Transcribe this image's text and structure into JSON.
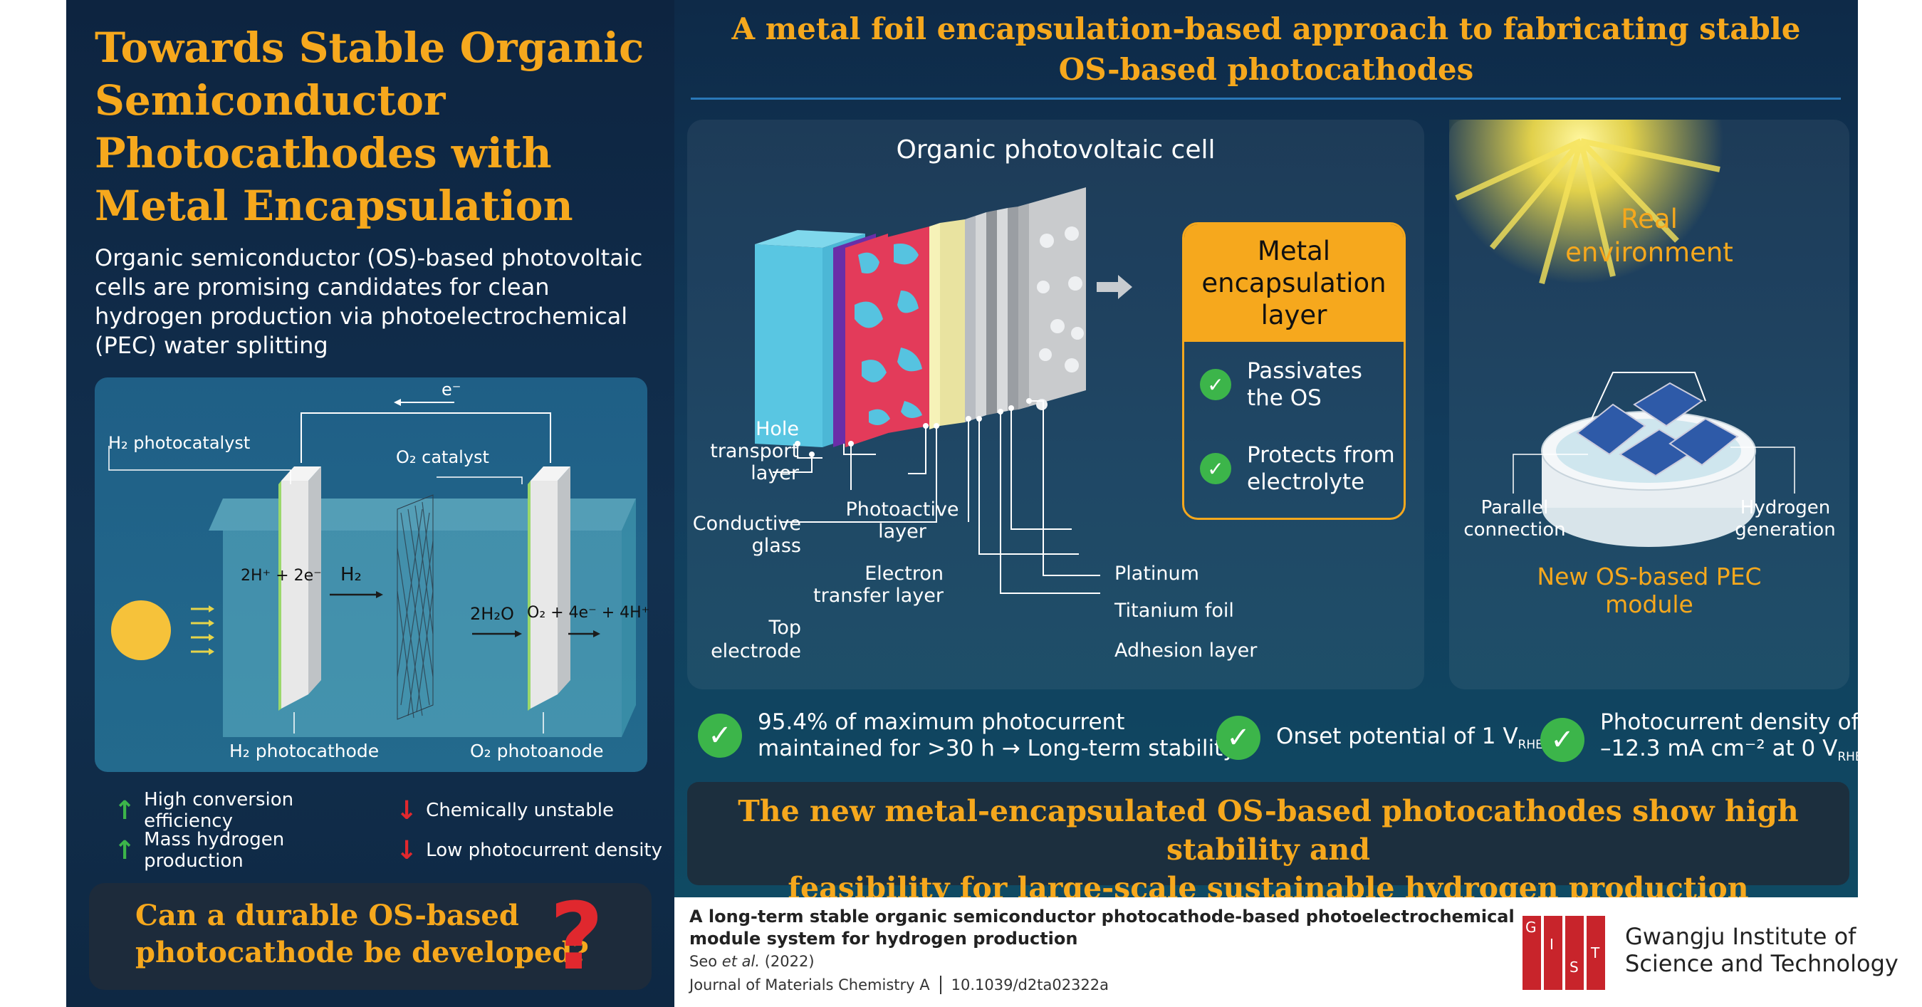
{
  "left": {
    "title_lines": [
      "Towards Stable Organic",
      "Semiconductor",
      "Photocathodes with",
      "Metal Encapsulation"
    ],
    "intro_lines": [
      "Organic semiconductor (OS)-based photovoltaic",
      "cells are promising candidates for clean",
      "hydrogen production via photoelectrochemical",
      "(PEC) water splitting"
    ],
    "diagram": {
      "electron": "e⁻",
      "h2_photocatalyst": "H₂ photocatalyst",
      "o2_catalyst": "O₂ catalyst",
      "reaction_left_a": "2H⁺ + 2e⁻",
      "reaction_left_b": "H₂",
      "reaction_right_a": "2H₂O",
      "reaction_right_b": "O₂ + 4e⁻ + 4H⁺",
      "h2_photocathode": "H₂ photocathode",
      "o2_photoanode": "O₂ photoanode"
    },
    "pros": [
      "High conversion efficiency",
      "Mass hydrogen production"
    ],
    "cons": [
      "Chemically unstable",
      "Low photocurrent density"
    ],
    "question_lines": [
      "Can a durable OS-based",
      "photocathode be developed?"
    ],
    "question_mark": "?"
  },
  "right": {
    "header_lines": [
      "A metal foil encapsulation-based approach to fabricating stable",
      "OS-based photocathodes"
    ],
    "cell": {
      "title": "Organic photovoltaic cell",
      "layers_left": {
        "hole_transport": [
          "Hole",
          "transport",
          "layer"
        ],
        "conductive_glass": [
          "Conductive",
          "glass"
        ],
        "photoactive": [
          "Photoactive",
          "layer"
        ],
        "electron_transfer": [
          "Electron",
          "transfer layer"
        ],
        "top_electrode": [
          "Top",
          "electrode"
        ]
      },
      "layers_right": [
        "Platinum",
        "Titanium foil",
        "Adhesion layer"
      ]
    },
    "metal_box": {
      "title_lines": [
        "Metal",
        "encapsulation",
        "layer"
      ],
      "items": [
        {
          "lines": [
            "Passivates",
            "the OS"
          ]
        },
        {
          "lines": [
            "Protects from",
            "electrolyte"
          ]
        }
      ]
    },
    "real_env": {
      "title_lines": [
        "Real",
        "environment"
      ],
      "parallel": [
        "Parallel",
        "connection"
      ],
      "hydrogen": [
        "Hydrogen",
        "generation"
      ],
      "module_lines": [
        "New OS-based PEC",
        "module"
      ]
    },
    "results": [
      {
        "lines": [
          "95.4% of maximum photocurrent",
          "maintained for >30 h → Long-term stability"
        ]
      },
      {
        "lines": [
          "Onset potential of 1 V",
          "RHE"
        ]
      },
      {
        "lines": [
          "Photocurrent density of",
          "–12.3 mA cm⁻² at 0 V",
          "RHE"
        ]
      }
    ],
    "conclusion_lines": [
      "The new metal-encapsulated OS-based photocathodes show high stability and",
      "feasibility for large-scale sustainable hydrogen production"
    ]
  },
  "footer": {
    "paper_title_lines": [
      "A long-term stable organic semiconductor photocathode-based photoelectrochemical",
      "module system for hydrogen production"
    ],
    "authors": "Seo",
    "et_al": "et al.",
    "year": "(2022)",
    "journal": "Journal of Materials Chemistry A",
    "doi": "10.1039/d2ta02322a",
    "logo_letters": [
      "G",
      "I",
      "S",
      "T"
    ],
    "institute_lines": [
      "Gwangju Institute of",
      "Science and Technology"
    ]
  },
  "colors": {
    "orange": "#f6a81d",
    "green": "#3cb54a",
    "red": "#e0282e",
    "navy": "#0d2440",
    "gist_red": "#c8242b"
  }
}
